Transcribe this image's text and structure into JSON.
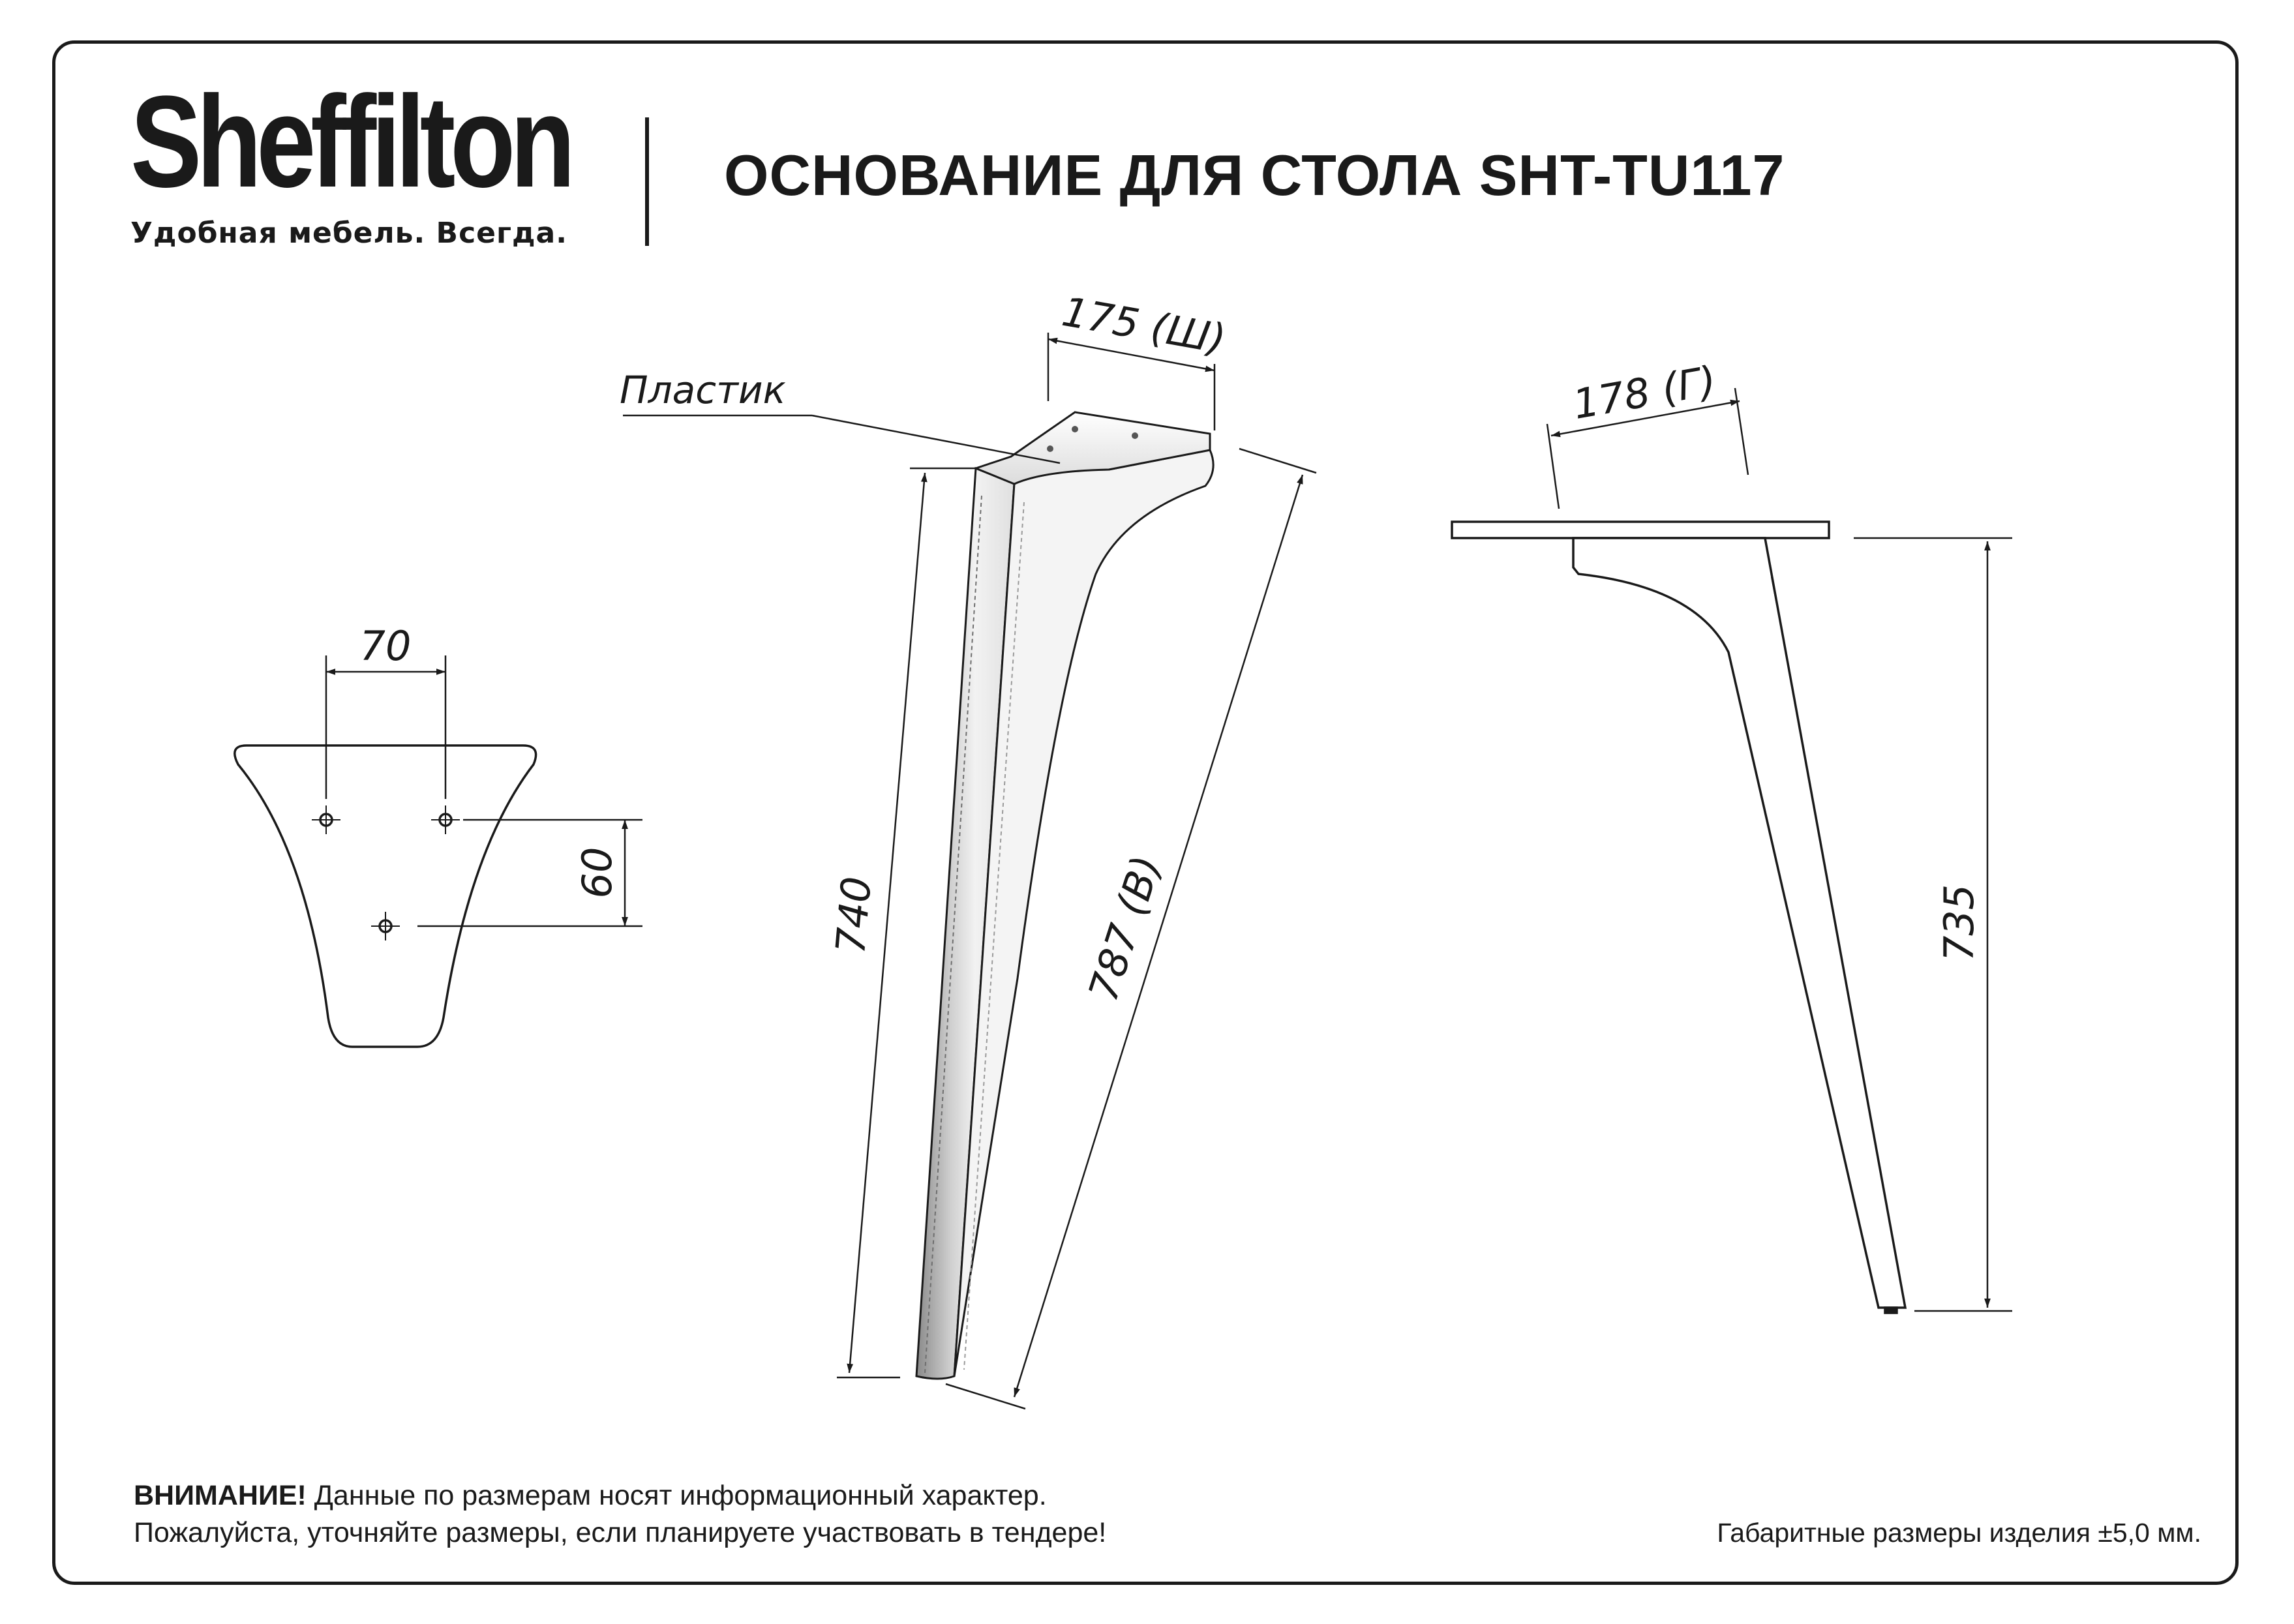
{
  "brand": {
    "name": "Sheffilton",
    "slogan": "Удобная мебель. Всегда."
  },
  "title": "ОСНОВАНИЕ ДЛЯ СТОЛА SHT-TU117",
  "dimensions": {
    "top_plate_holes_x": "70",
    "top_plate_holes_y": "60",
    "width": "175 (Ш)",
    "material_label": "Пластик",
    "leg_vertical": "740",
    "leg_length": "787 (В)",
    "depth": "178 (Г)",
    "side_height": "735"
  },
  "notice": {
    "lead": "ВНИМАНИЕ!",
    "line1_rest": " Данные по размерам носят информационный характер.",
    "line2": "Пожалуйста, уточняйте размеры, если планируете участвовать в тендере!"
  },
  "tolerance": "Габаритные размеры изделия ±5,0 мм.",
  "colors": {
    "ink": "#1a1a1a",
    "leg_shade_dark": "#8a8a8a",
    "leg_shade_light": "#e6e6e6"
  }
}
